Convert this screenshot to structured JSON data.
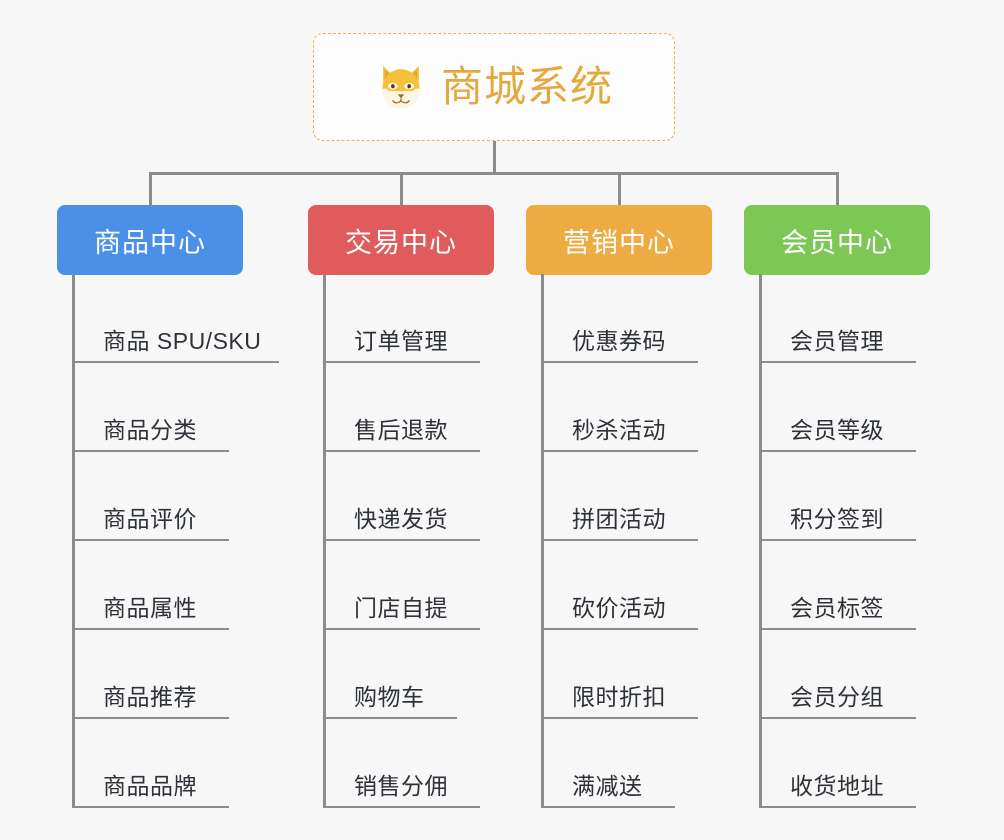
{
  "root": {
    "title": "商城系统",
    "icon": "dog-face-emoji",
    "border_color": "#e8b44a",
    "text_color": "#e3a93c"
  },
  "connector_color": "#8c8c8c",
  "background_color": "#f7f7f7",
  "branches": [
    {
      "title": "商品中心",
      "color": "#4a90e8",
      "items": [
        "商品 SPU/SKU",
        "商品分类",
        "商品评价",
        "商品属性",
        "商品推荐",
        "商品品牌"
      ]
    },
    {
      "title": "交易中心",
      "color": "#e05c5c",
      "items": [
        "订单管理",
        "售后退款",
        "快递发货",
        "门店自提",
        "购物车",
        "销售分佣"
      ]
    },
    {
      "title": "营销中心",
      "color": "#edab41",
      "items": [
        "优惠券码",
        "秒杀活动",
        "拼团活动",
        "砍价活动",
        "限时折扣",
        "满减送"
      ]
    },
    {
      "title": "会员中心",
      "color": "#7dc855",
      "items": [
        "会员管理",
        "会员等级",
        "积分签到",
        "会员标签",
        "会员分组",
        "收货地址"
      ]
    }
  ]
}
